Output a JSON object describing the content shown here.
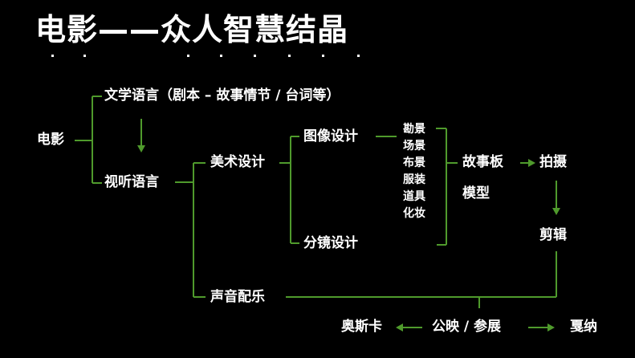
{
  "slide": {
    "title": "电影——众人智慧结晶",
    "nodes": {
      "film": "电影",
      "literary": "文学语言（剧本 – 故事情节 / 台词等）",
      "audiovisual": "视听语言",
      "art_design": "美术设计",
      "image_design": "图像设计",
      "storyboard_split": "分镜设计",
      "sound_music": "声音配乐",
      "story_board": "故事板",
      "model": "模型",
      "shooting": "拍摄",
      "editing": "剪辑",
      "release": "公映 / 参展",
      "oscar": "奥斯卡",
      "cannes": "戛纳"
    },
    "design_items": [
      "勘景",
      "场景",
      "布景",
      "服装",
      "道具",
      "化妆"
    ],
    "colors": {
      "background": "#000000",
      "text": "#ffffff",
      "connector": "#4f9a2c"
    }
  }
}
